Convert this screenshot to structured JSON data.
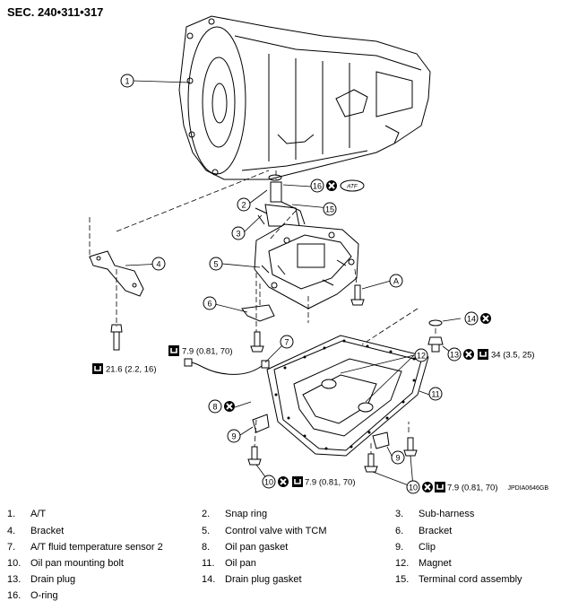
{
  "section_title": "SEC. 240•311•317",
  "figure_code": "JPDIA0646GB",
  "callout_ref": "A",
  "torques": {
    "t1": "7.9 (0.81, 70)",
    "t2": "21.6 (2.2, 16)",
    "t3": "34 (3.5, 25)",
    "t4": "7.9 (0.81, 70)",
    "t5": "7.9 (0.81, 70)"
  },
  "atf_label": "ATF",
  "callouts": [
    "1",
    "2",
    "3",
    "4",
    "5",
    "6",
    "7",
    "8",
    "9",
    "9",
    "10",
    "10",
    "11",
    "12",
    "13",
    "14",
    "15",
    "16"
  ],
  "legend": [
    {
      "num": "1.",
      "text": "A/T"
    },
    {
      "num": "2.",
      "text": "Snap ring"
    },
    {
      "num": "3.",
      "text": "Sub-harness"
    },
    {
      "num": "4.",
      "text": "Bracket"
    },
    {
      "num": "5.",
      "text": "Control valve with TCM"
    },
    {
      "num": "6.",
      "text": "Bracket"
    },
    {
      "num": "7.",
      "text": "A/T fluid temperature sensor 2"
    },
    {
      "num": "8.",
      "text": "Oil pan gasket"
    },
    {
      "num": "9.",
      "text": "Clip"
    },
    {
      "num": "10.",
      "text": "Oil pan mounting bolt"
    },
    {
      "num": "11.",
      "text": "Oil pan"
    },
    {
      "num": "12.",
      "text": "Magnet"
    },
    {
      "num": "13.",
      "text": "Drain plug"
    },
    {
      "num": "14.",
      "text": "Drain plug gasket"
    },
    {
      "num": "15.",
      "text": "Terminal cord assembly"
    },
    {
      "num": "16.",
      "text": "O-ring"
    }
  ]
}
